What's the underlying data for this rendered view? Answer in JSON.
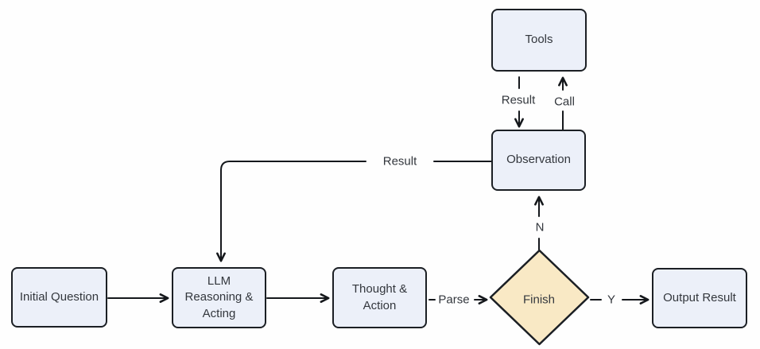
{
  "diagram": {
    "type": "flowchart",
    "colors": {
      "background": "#fefefe",
      "node_fill": "#ecf0f9",
      "node_border": "#1b1f24",
      "decision_fill": "#f9e9c5",
      "connector": "#15181c",
      "text": "#33373d"
    },
    "nodes": {
      "tools": {
        "label": "Tools"
      },
      "observation": {
        "label": "Observation"
      },
      "initial_question": {
        "label": "Initial Question"
      },
      "llm_reasoning_acting": {
        "label": "LLM\nReasoning &\nActing"
      },
      "thought_action": {
        "label": "Thought &\nAction"
      },
      "finish": {
        "label": "Finish"
      },
      "output_result": {
        "label": "Output Result"
      }
    },
    "edge_labels": {
      "tools_to_observation": "Result",
      "observation_to_tools": "Call",
      "observation_to_llm": "Result",
      "thought_to_finish": "Parse",
      "finish_yes": "Y",
      "finish_no": "N"
    }
  }
}
